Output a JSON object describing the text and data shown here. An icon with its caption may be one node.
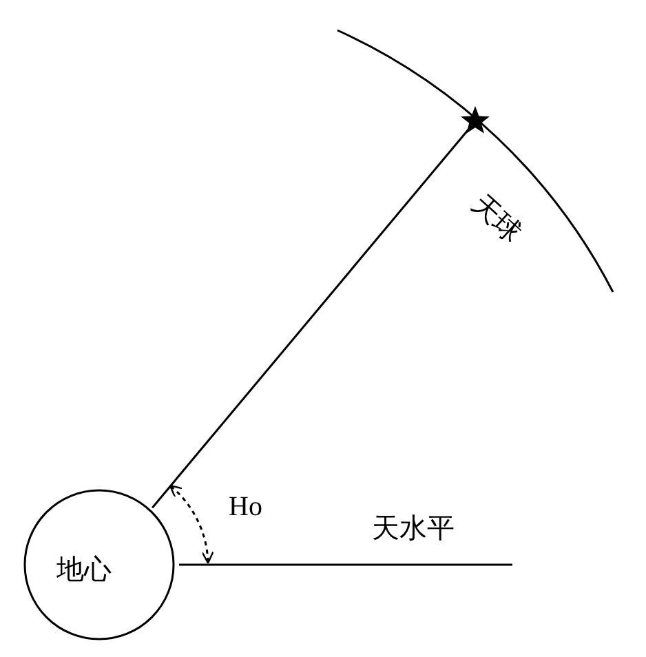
{
  "diagram": {
    "nodes": [
      {
        "text": [
          "地心"
        ]
      },
      {
        "text": [],
        "shape": "star"
      }
    ],
    "edges": [
      {
        "from": 0,
        "to": 1,
        "arrow": "none"
      },
      {
        "from": 0,
        "to": null,
        "arrow": "none",
        "label": "天水平"
      }
    ],
    "labels": [
      "天球",
      "Ho"
    ]
  }
}
